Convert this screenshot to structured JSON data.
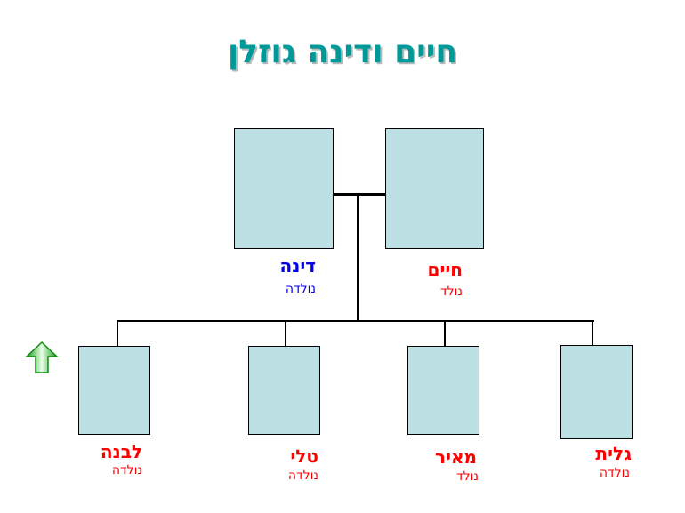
{
  "title": "חיים ודינה גוזלן",
  "parents": [
    {
      "name": "דינה",
      "status": "נולדה",
      "color": "#0000ee"
    },
    {
      "name": "חיים",
      "status": "נולד",
      "color": "#ff0000"
    }
  ],
  "children": [
    {
      "name": "לבנה",
      "status": "נולדה"
    },
    {
      "name": "טלי",
      "status": "נולדה"
    },
    {
      "name": "מאיר",
      "status": "נולד"
    },
    {
      "name": "גלית",
      "status": "נולדה"
    }
  ],
  "colors": {
    "title": "#009999",
    "box": "#bce0e3",
    "child_text": "#ff0000",
    "arrow": "#22aa22"
  }
}
